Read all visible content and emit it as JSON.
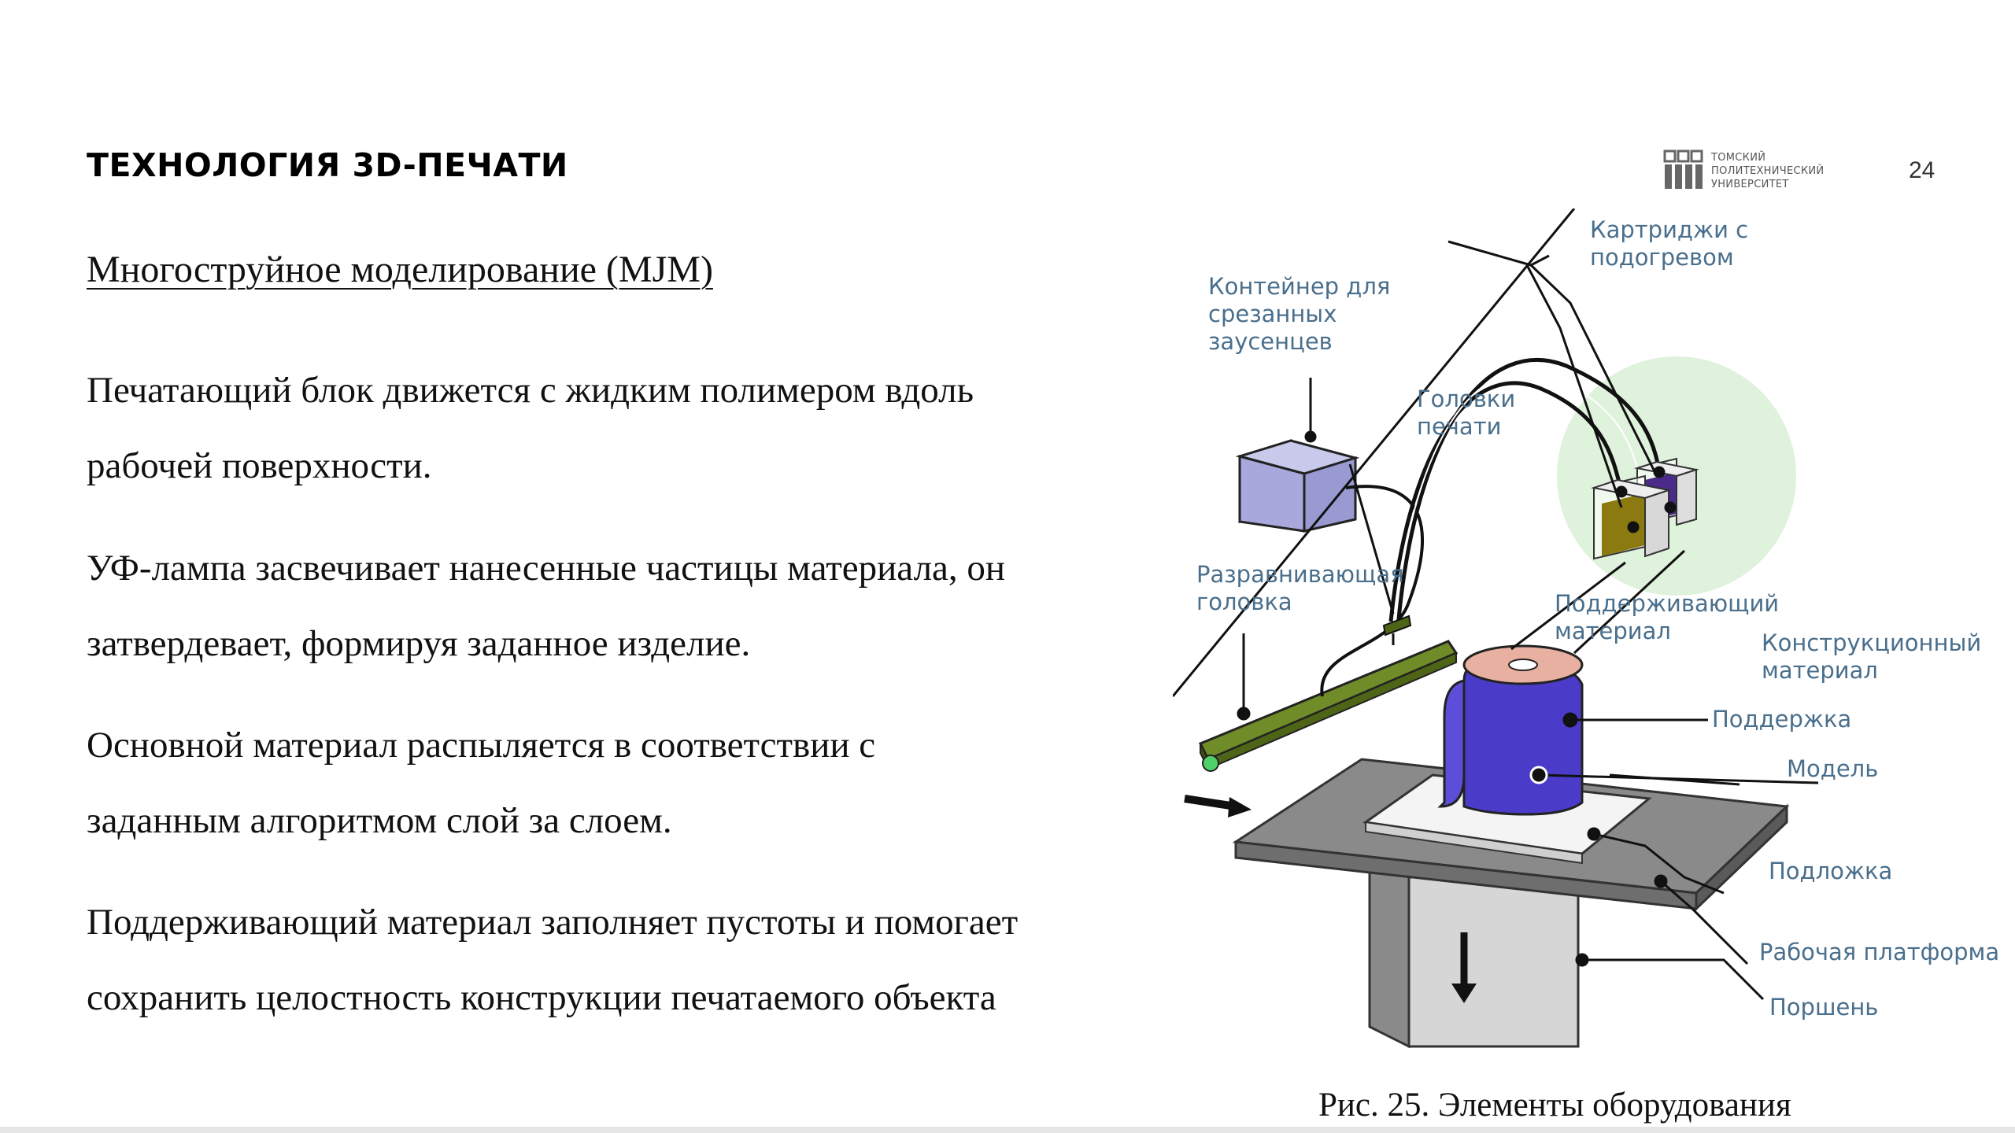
{
  "slide": {
    "title": "ТЕХНОЛОГИЯ 3D-ПЕЧАТИ",
    "page_number": "24",
    "logo": {
      "lines": [
        "ТОМСКИЙ",
        "ПОЛИТЕХНИЧЕСКИЙ",
        "УНИВЕРСИТЕТ"
      ]
    }
  },
  "content": {
    "subtitle": "Многоструйное моделирование (MJM)",
    "paragraphs": [
      {
        "line1": "Печатающий блок движется с жидким полимером вдоль",
        "line2": "рабочей поверхности."
      },
      {
        "line1": "УФ-лампа засвечивает нанесенные частицы материала, он",
        "line2": "затвердевает, формируя заданное изделие."
      },
      {
        "line1": "Основной материал распыляется в соответствии с",
        "line2": "заданным алгоритмом слой за слоем."
      },
      {
        "line1": "Поддерживающий материал заполняет пустоты и помогает",
        "line2": "сохранить целостность конструкции печатаемого объекта"
      }
    ]
  },
  "figure": {
    "labels": {
      "cartridges": [
        "Картриджи с",
        "подогревом"
      ],
      "container": [
        "Контейнер для",
        "срезанных",
        "заусенцев"
      ],
      "print_heads": [
        "Головки",
        "печати"
      ],
      "leveling_head": [
        "Разравнивающая",
        "головка"
      ],
      "support_material": [
        "Поддерживающий",
        "материал"
      ],
      "build_material": [
        "Конструкционный",
        "материал"
      ],
      "support": "Поддержка",
      "model": "Модель",
      "substrate": "Подложка",
      "work_platform": "Рабочая платформа",
      "piston": "Поршень"
    },
    "caption": "Рис. 25. Элементы оборудования",
    "colors": {
      "label_text": "#4a6f8c",
      "model": "#4a3cc8",
      "cartridge_support": "#8a7a10",
      "cartridge_build": "#4a2a8a",
      "leveling_bar": "#5f7a1f",
      "container": "#a8a8dc",
      "platform": "#8a8a8a",
      "cartridge_glow": "#dff2dc"
    }
  }
}
